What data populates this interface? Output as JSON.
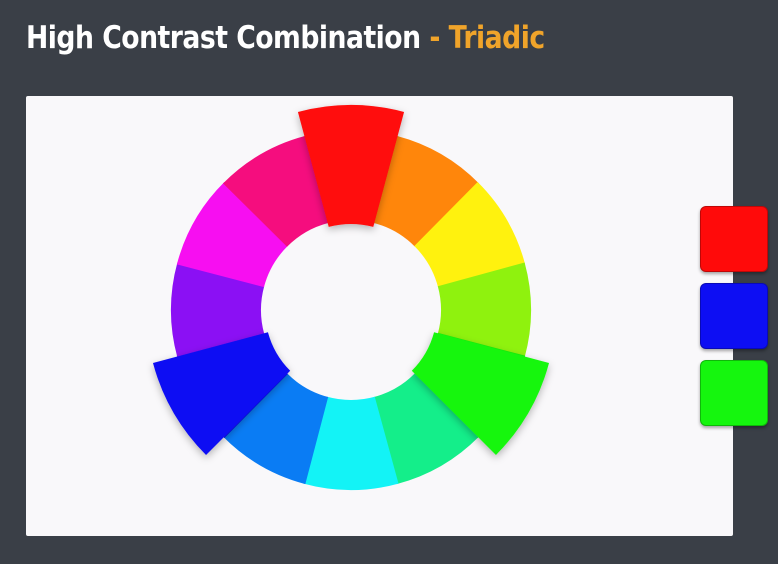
{
  "header": {
    "title_main": "High Contrast Combination",
    "separator": "-",
    "title_accent": "Triadic"
  },
  "colors": {
    "background": "#3a3f47",
    "canvas": "#f9f8fa",
    "accent": "#f0a42a"
  },
  "wheel": {
    "segments": [
      {
        "name": "red",
        "color": "#ff0a0a",
        "highlighted": true
      },
      {
        "name": "orange",
        "color": "#ff860b",
        "highlighted": false
      },
      {
        "name": "yellow",
        "color": "#fff20e",
        "highlighted": false
      },
      {
        "name": "yellow-green",
        "color": "#8ff20e",
        "highlighted": false
      },
      {
        "name": "green",
        "color": "#15f60e",
        "highlighted": true
      },
      {
        "name": "spring-green",
        "color": "#14ee8a",
        "highlighted": false
      },
      {
        "name": "cyan",
        "color": "#13f3f6",
        "highlighted": false
      },
      {
        "name": "azure",
        "color": "#0a7cf4",
        "highlighted": false
      },
      {
        "name": "blue",
        "color": "#0d0ef3",
        "highlighted": true
      },
      {
        "name": "violet",
        "color": "#8b10f4",
        "highlighted": false
      },
      {
        "name": "magenta",
        "color": "#f70ef1",
        "highlighted": false
      },
      {
        "name": "rose",
        "color": "#f50d7e",
        "highlighted": false
      }
    ]
  },
  "swatches": [
    {
      "name": "red",
      "color": "#ff0a0a"
    },
    {
      "name": "blue",
      "color": "#0d0ef3"
    },
    {
      "name": "green",
      "color": "#15f60e"
    }
  ]
}
